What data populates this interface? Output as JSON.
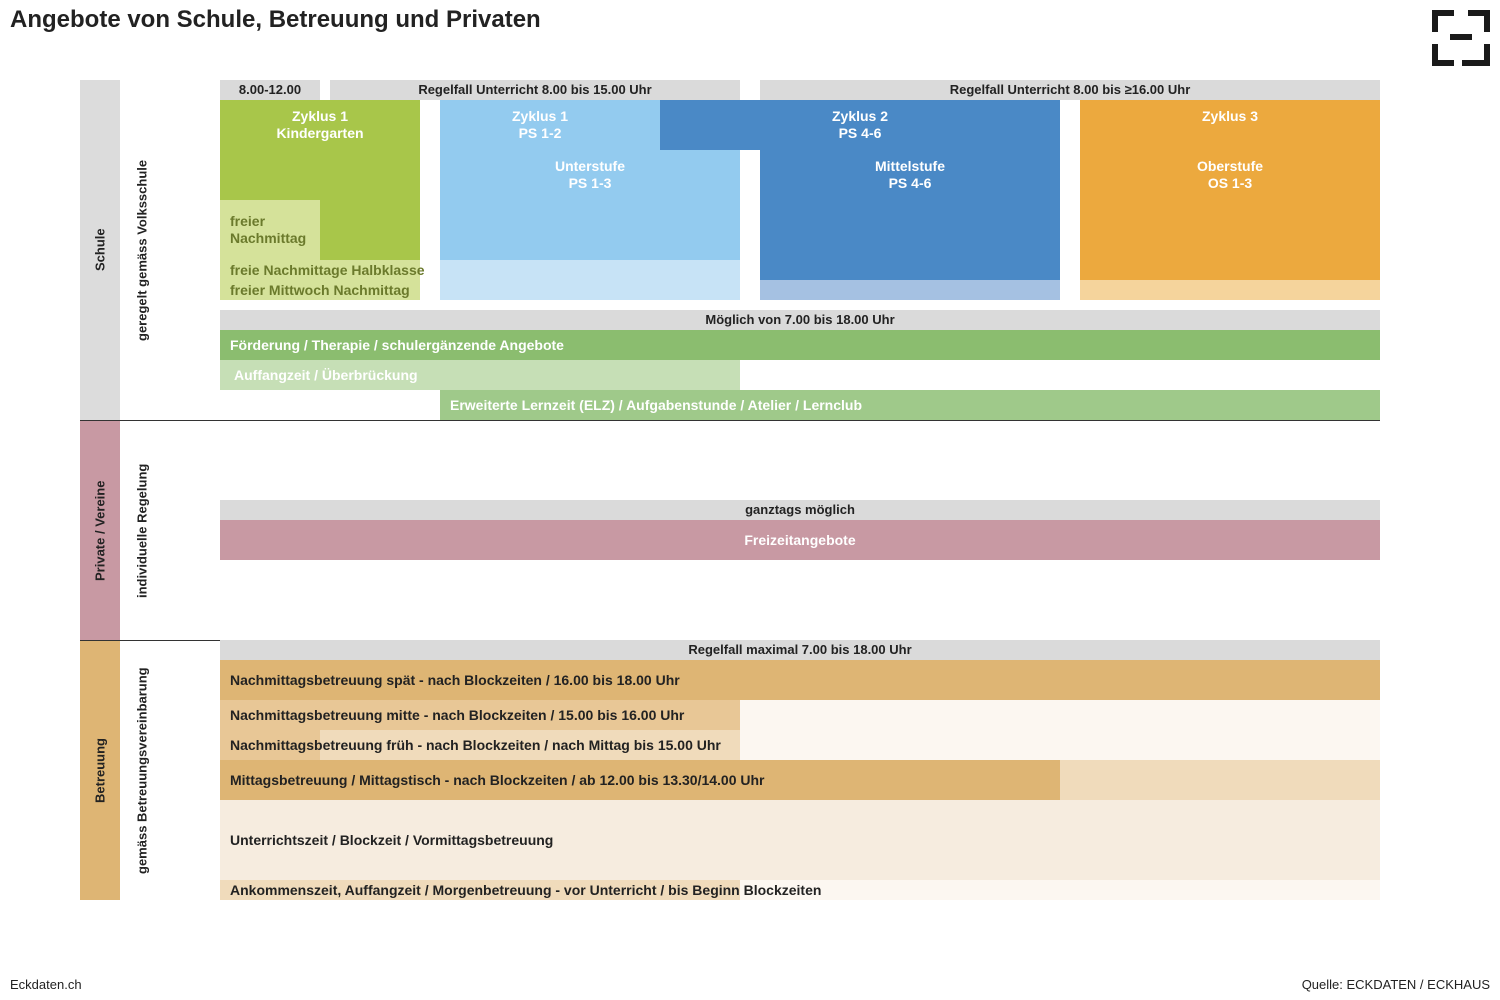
{
  "title": "Angebote von Schule, Betreuung und Privaten",
  "footer": {
    "left": "Eckdaten.ch",
    "right": "Quelle: ECKDATEN / ECKHAUS"
  },
  "logo": {
    "icon": "eckdaten-corner-logo",
    "color": "#1a1a1a"
  },
  "colors": {
    "schule_side": "#dcdcdc",
    "private_side": "#c899a3",
    "betreuung_side": "#deb574",
    "kindergarten": "#a8c64a",
    "kindergarten_light": "#d5e29a",
    "unterstufe": "#93cbef",
    "unterstufe_light": "#c7e3f6",
    "mittelstufe": "#4a89c6",
    "mittelstufe_light": "#a5c1e2",
    "oberstufe": "#eca93e",
    "oberstufe_light": "#f5d49c",
    "foerderung": "#8bbd6f",
    "auffangzeit": "#c6dfb6",
    "elz": "#9fc98a",
    "freizeit": "#c899a3",
    "betreuung_strong": "#deb574",
    "betreuung_mid": "#e8c796",
    "betreuung_light": "#f0dbbb",
    "betreuung_pale": "#f6ecdf",
    "betreuung_faint": "#fcf7f1"
  },
  "schule": {
    "side_label": "Schule",
    "sub_label": "geregelt gemäss Volksschule",
    "header_kg": "8.00-12.00",
    "header_ps": "Regelfall Unterricht 8.00 bis 15.00 Uhr",
    "header_os": "Regelfall Unterricht 8.00 bis ≥16.00 Uhr",
    "kindergarten": {
      "line1": "Zyklus 1",
      "line2": "Kindergarten"
    },
    "freier_nachmittag": {
      "line1": "freier",
      "line2": "Nachmittag"
    },
    "freie_halbklasse": "freie Nachmittage Halbklasse",
    "freier_mittwoch": "freier Mittwoch Nachmittag",
    "zyklus1_ps": {
      "line1": "Zyklus 1",
      "line2": "PS 1-2"
    },
    "unterstufe": {
      "line1": "Unterstufe",
      "line2": "PS 1-3"
    },
    "zyklus2": {
      "line1": "Zyklus 2",
      "line2": "PS 4-6"
    },
    "mittelstufe": {
      "line1": "Mittelstufe",
      "line2": "PS 4-6"
    },
    "zyklus3": {
      "line1": "Zyklus 3"
    },
    "oberstufe": {
      "line1": "Oberstufe",
      "line2": "OS 1-3"
    },
    "header_moeglich": "Möglich von 7.00 bis 18.00 Uhr",
    "foerderung": "Förderung / Therapie / schulergänzende Angebote",
    "auffangzeit": "Auffangzeit / Überbrückung",
    "elz": "Erweiterte Lernzeit (ELZ) / Aufgabenstunde / Atelier / Lernclub"
  },
  "private": {
    "side_label": "Private / Vereine",
    "sub_label": "individuelle Regelung",
    "header": "ganztags möglich",
    "freizeit": "Freizeitangebote"
  },
  "betreuung": {
    "side_label": "Betreuung",
    "sub_label": "gemäss Betreuungsvereinbarung",
    "header": "Regelfall maximal 7.00 bis 18.00 Uhr",
    "spaet": "Nachmittagsbetreuung spät - nach Blockzeiten / 16.00 bis 18.00 Uhr",
    "mitte": "Nachmittagsbetreuung mitte - nach Blockzeiten / 15.00 bis 16.00 Uhr",
    "frueh": "Nachmittagsbetreuung früh - nach Blockzeiten / nach Mittag bis 15.00 Uhr",
    "mittag": "Mittagsbetreuung / Mittagstisch - nach Blockzeiten / ab 12.00 bis 13.30/14.00 Uhr",
    "unterricht": "Unterrichtszeit / Blockzeit / Vormittagsbetreuung",
    "ankommen": "Ankommenszeit, Auffangzeit / Morgenbetreuung - vor Unterricht / bis Beginn Blockzeiten"
  }
}
